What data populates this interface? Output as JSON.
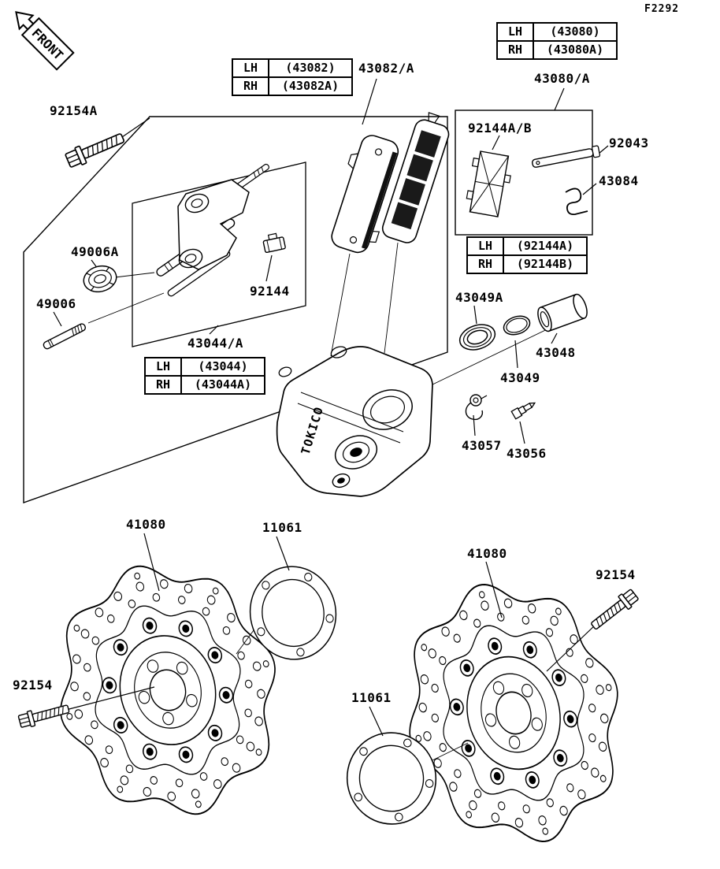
{
  "figure": {
    "code": "F2292",
    "front_marker": "FRONT"
  },
  "caliper_brand": "TOKICO",
  "labels": {
    "p92154a": "92154A",
    "p43082a": "43082/A",
    "p43080a": "43080/A",
    "p92144ab": "92144A/B",
    "p92043": "92043",
    "p43084": "43084",
    "p49006a": "49006A",
    "p49006": "49006",
    "p92144": "92144",
    "p43044a": "43044/A",
    "p43049a": "43049A",
    "p43049": "43049",
    "p43048": "43048",
    "p43057": "43057",
    "p43056": "43056",
    "p41080_left": "41080",
    "p41080_right": "41080",
    "p92154_left": "92154",
    "p92154_right": "92154",
    "p11061_top": "11061",
    "p11061_bottom": "11061"
  },
  "tables": {
    "t43082": {
      "rows": [
        {
          "side": "LH",
          "part": "(43082)"
        },
        {
          "side": "RH",
          "part": "(43082A)"
        }
      ]
    },
    "t43080": {
      "rows": [
        {
          "side": "LH",
          "part": "(43080)"
        },
        {
          "side": "RH",
          "part": "(43080A)"
        }
      ]
    },
    "t92144": {
      "rows": [
        {
          "side": "LH",
          "part": "(92144A)"
        },
        {
          "side": "RH",
          "part": "(92144B)"
        }
      ]
    },
    "t43044": {
      "rows": [
        {
          "side": "LH",
          "part": "(43044)"
        },
        {
          "side": "RH",
          "part": "(43044A)"
        }
      ]
    }
  }
}
